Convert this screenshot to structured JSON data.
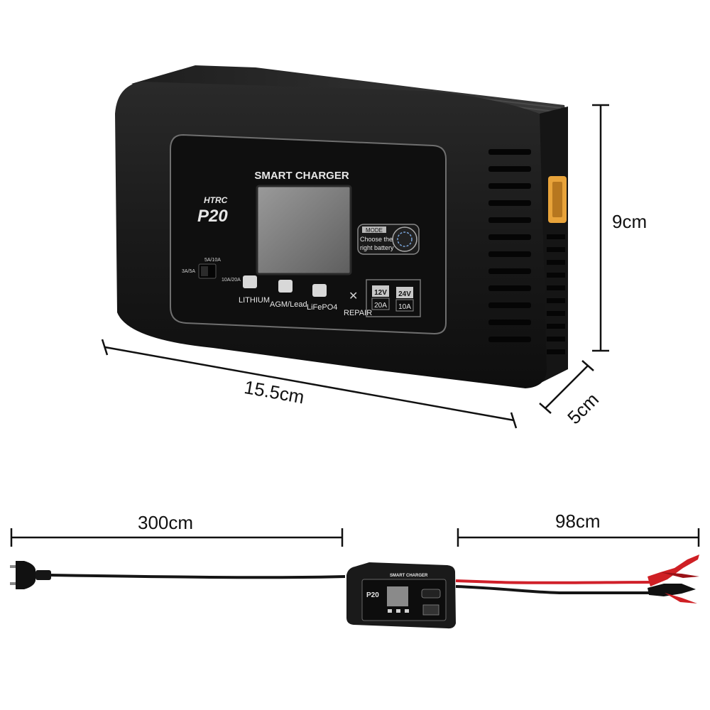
{
  "device": {
    "panel_title": "SMART CHARGER",
    "brand": "HTRC",
    "model": "P20",
    "switch_top_label": "5A/10A",
    "switch_left_label": "3A/5A",
    "switch_right_label": "10A/20A",
    "mode_label": "MODE",
    "mode_hint_line1": "Choose the",
    "mode_hint_line2": "right battery",
    "battery_modes": [
      "LITHIUM",
      "AGM/Lead",
      "LiFePO4",
      "REPAIR"
    ],
    "voltage_12": "12V",
    "current_12": "20A",
    "voltage_24": "24V",
    "current_24": "10A"
  },
  "dimensions": {
    "height": "9cm",
    "width": "15.5cm",
    "depth": "5cm",
    "power_cable": "300cm",
    "clamp_cable": "98cm"
  },
  "colors": {
    "body": "#1b1b1b",
    "panel": "#101010",
    "accent_orange": "#e8a33a",
    "clamp_red": "#d0202a",
    "cable": "#151515"
  }
}
